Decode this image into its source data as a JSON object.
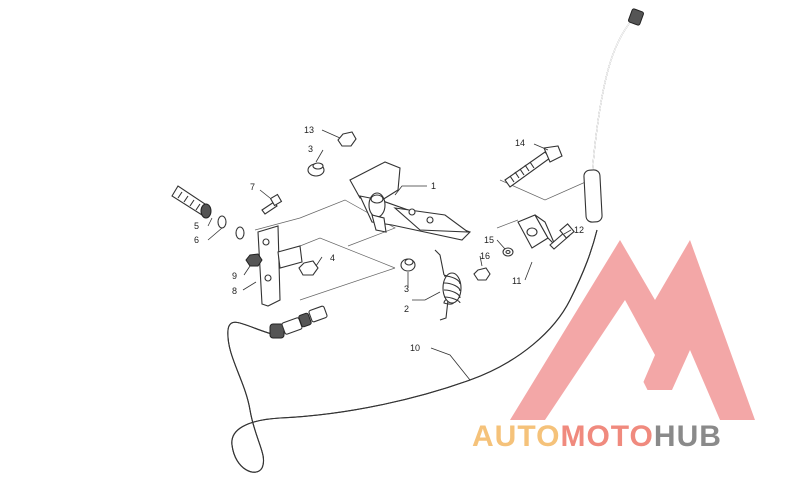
{
  "callouts": [
    {
      "id": "c1",
      "text": "1"
    },
    {
      "id": "c2",
      "text": "2"
    },
    {
      "id": "c3a",
      "text": "3"
    },
    {
      "id": "c3b",
      "text": "3"
    },
    {
      "id": "c4",
      "text": "4"
    },
    {
      "id": "c5",
      "text": "5"
    },
    {
      "id": "c6",
      "text": "6"
    },
    {
      "id": "c7",
      "text": "7"
    },
    {
      "id": "c8",
      "text": "8"
    },
    {
      "id": "c9",
      "text": "9"
    },
    {
      "id": "c10",
      "text": "10"
    },
    {
      "id": "c11",
      "text": "11"
    },
    {
      "id": "c12",
      "text": "12"
    },
    {
      "id": "c13",
      "text": "13"
    },
    {
      "id": "c14",
      "text": "14"
    },
    {
      "id": "c15",
      "text": "15"
    },
    {
      "id": "c16",
      "text": "16"
    }
  ],
  "watermark": {
    "part1": "AUTO",
    "part2": "MOTO",
    "part3": "HUB",
    "color_auto": "#f5c27a",
    "color_moto": "#f08a7e",
    "color_hub": "#8a8a8a",
    "logo_color": "#f08a8a"
  }
}
